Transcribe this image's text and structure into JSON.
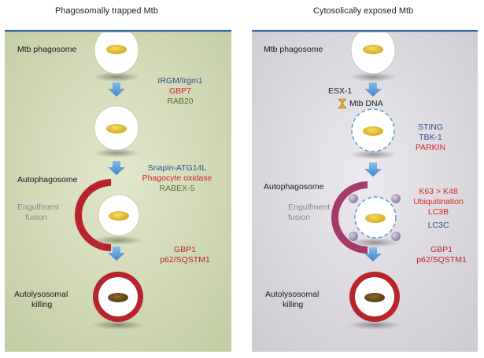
{
  "colors": {
    "left_panel": "#cfd8b4",
    "right_panel": "#dcd9de",
    "top_line": "#2f67a3",
    "arrow": "#5a9bd5",
    "bacterium": "#e6c02f",
    "killed_bacterium": "#6b4a1c",
    "autophagosome_red": "#b8242b",
    "sphere": "#9a8fb3",
    "blue_text": "#2f4f8f",
    "red_text": "#d4272b",
    "olive_text": "#5e6e2c"
  },
  "left": {
    "title": "Phagosomally trapped Mtb",
    "mtb_phagosome": "Mtb phagosome",
    "step1": [
      "IRGM/Irgm1",
      "GBP7",
      "RAB20"
    ],
    "step2": [
      "Snapin-ATG14L",
      "Phagocyte oxidase",
      "RABEX-5"
    ],
    "autophagosome": "Autophagosome",
    "engulfment": [
      "Engulfment",
      "fusion"
    ],
    "step3": [
      "GBP1",
      "p62/SQSTM1"
    ],
    "killing": [
      "Autolysosomal",
      "killing"
    ]
  },
  "right": {
    "title": "Cytosolically exposed Mtb",
    "mtb_phagosome": "Mtb phagosome",
    "esx": "ESX-1",
    "mtb_dna": "Mtb DNA",
    "step1": [
      "STING",
      "TBK-1",
      "PARKIN"
    ],
    "autophagosome": "Autophagosome",
    "engulfment": [
      "Engulfment",
      "fusion"
    ],
    "step2": [
      "K63 > K48",
      "Ubiquitination",
      "LC3B",
      "LC3C"
    ],
    "step3": [
      "GBP1",
      "p62/SQSTM1"
    ],
    "killing": [
      "Autolysosomal",
      "killing"
    ]
  }
}
